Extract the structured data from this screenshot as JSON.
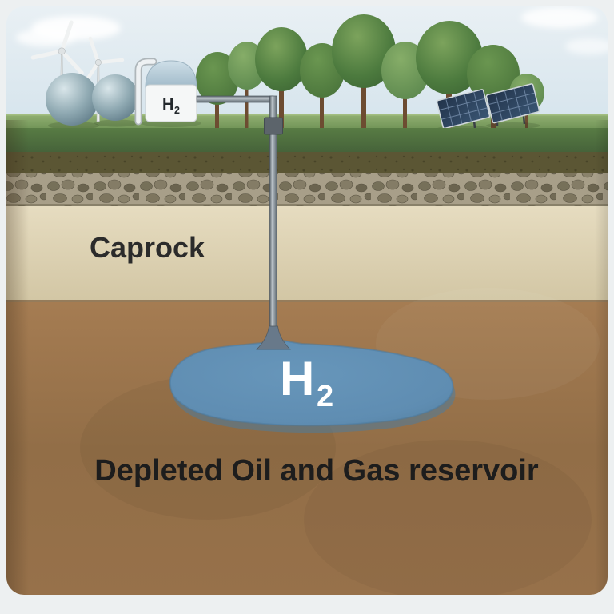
{
  "scene": {
    "labels": {
      "caprock": "Caprock",
      "reservoir": "Depleted Oil and Gas reservoir",
      "blob_h_main": "H",
      "blob_h_sub": "2",
      "tank_h_main": "H",
      "tank_h_sub": "2"
    },
    "colors": {
      "sky": "#dfe9f0",
      "grass": "#6f9153",
      "topsoil": "#5b5634",
      "gravel_base": "#a89f89",
      "caprock": "#ddd3b6",
      "reservoir": "#9a744c",
      "hydrogen_blob": "#5f8db2",
      "pipe": "#7c858d",
      "pipe_collar": "#5c646b",
      "tree_green": "#4b7a3f",
      "solar_panel": "#2c3e54",
      "label_dark": "#1d1d1d",
      "label_light": "#ffffff"
    }
  }
}
